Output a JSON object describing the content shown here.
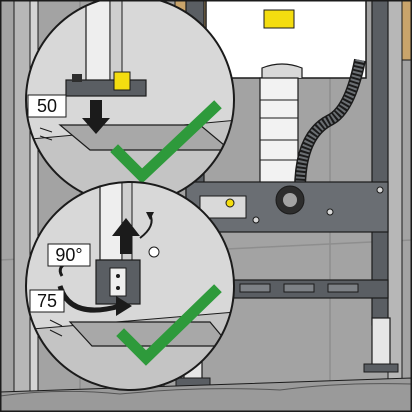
{
  "callouts": {
    "top_measure": "50",
    "rotate_angle": "90°",
    "bottom_measure": "75"
  },
  "status": {
    "top_check": "ok",
    "bottom_check": "ok"
  },
  "colors": {
    "wall": "#a6a6a6",
    "frame": "#5a5e63",
    "tank": "#ffffff",
    "insulation": "#c9a46b",
    "accent_yellow": "#f4dd10",
    "check_green": "#2e9a3b",
    "outline": "#1b1b1b"
  }
}
